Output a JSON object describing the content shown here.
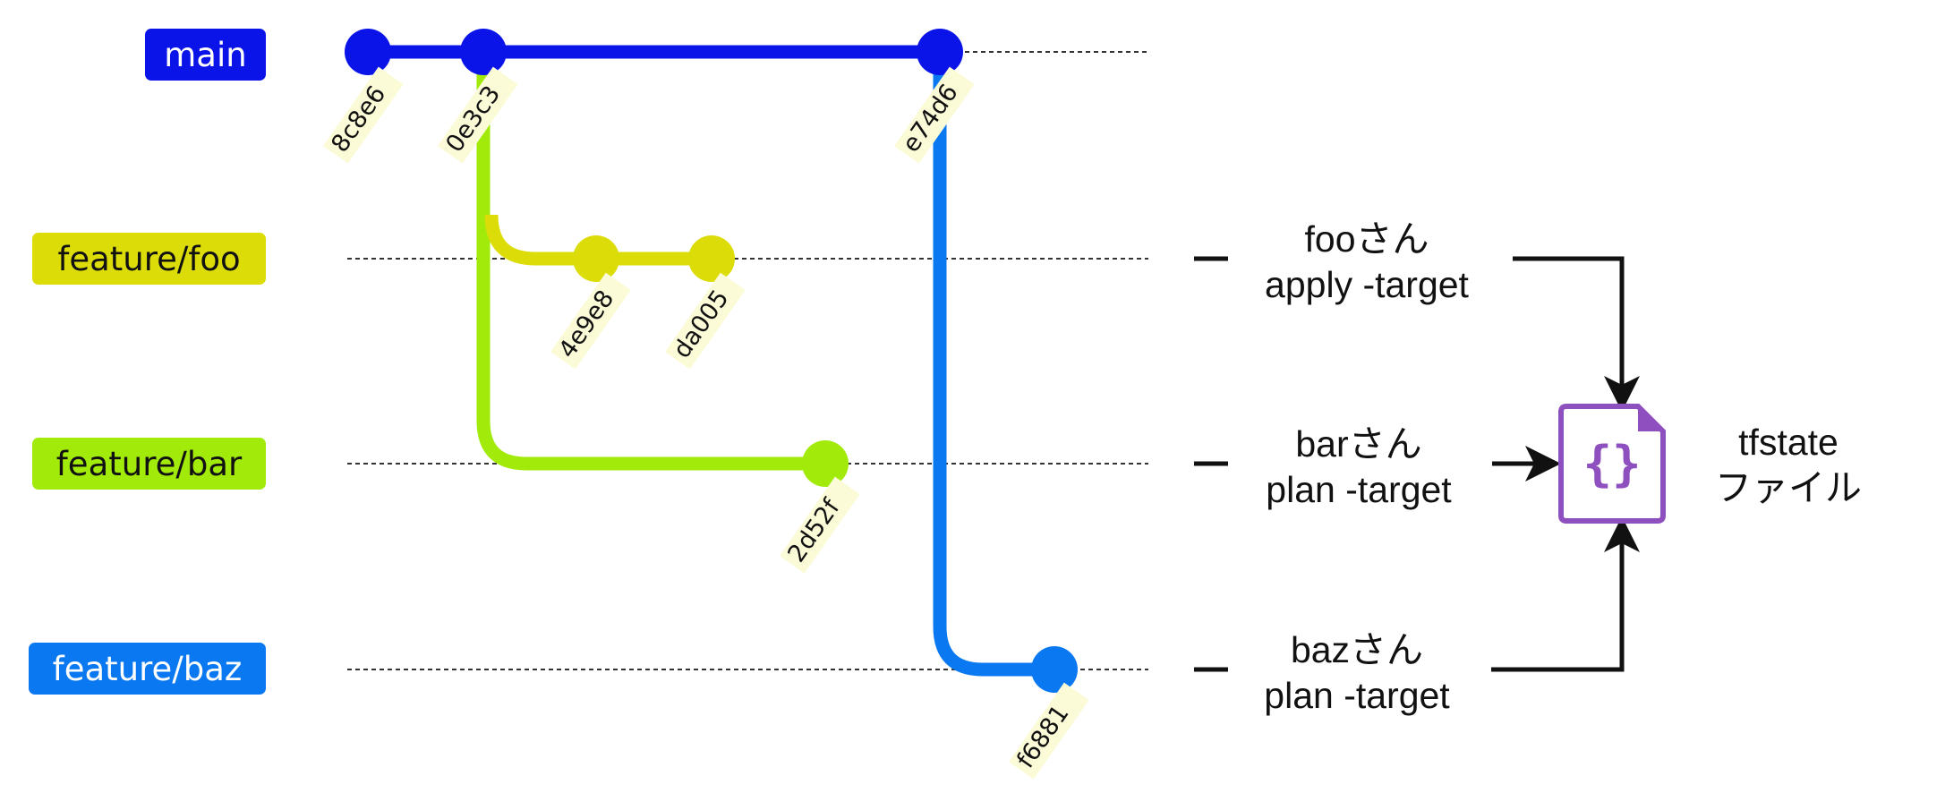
{
  "branches": [
    {
      "id": "main",
      "label": "main",
      "color": "#0a14e8",
      "text_color": "#ffffff"
    },
    {
      "id": "foo",
      "label": "feature/foo",
      "color": "#dcdc08",
      "text_color": "#111111"
    },
    {
      "id": "bar",
      "label": "feature/bar",
      "color": "#a2ea0a",
      "text_color": "#111111"
    },
    {
      "id": "baz",
      "label": "feature/baz",
      "color": "#0a78f0",
      "text_color": "#ffffff"
    }
  ],
  "commits": [
    "8c8e6",
    "0e3c3",
    "e74d6",
    "4e9e8",
    "da005",
    "2d52f",
    "f6881"
  ],
  "developers": [
    {
      "name": "fooさん",
      "command": "apply -target"
    },
    {
      "name": "barさん",
      "command": "plan -target"
    },
    {
      "name": "bazさん",
      "command": "plan -target"
    }
  ],
  "state_file": {
    "line1": "tfstate",
    "line2": "ファイル",
    "icon": "json-file-icon",
    "color": "#8e4fbf"
  }
}
